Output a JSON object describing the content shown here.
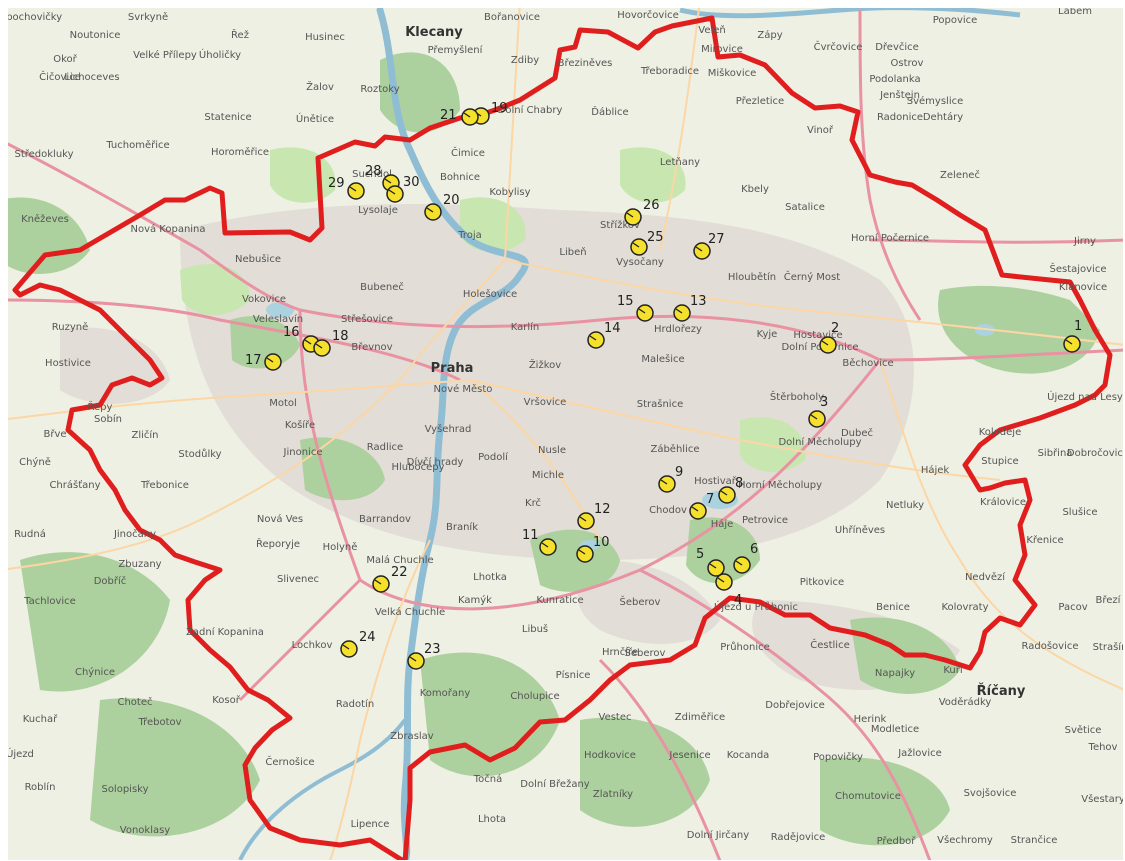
{
  "map": {
    "colors": {
      "land": "#eef0e4",
      "urban": "#e2ddd6",
      "forest": "#add19e",
      "park": "#c8e6b0",
      "water": "#aad3df",
      "river": "#8fbdd4",
      "motorway": "#e892a2",
      "primary": "#fcd6a4",
      "boundary": "#e01e1e",
      "marker_fill": "#f5e02c",
      "marker_stroke": "#222222"
    },
    "places": [
      {
        "name": "Klecany",
        "big": true
      },
      {
        "name": "Praha",
        "big": true
      },
      {
        "name": "Labem"
      },
      {
        "name": "Popovice"
      },
      {
        "name": "Libochovičky"
      },
      {
        "name": "Svrkyně"
      },
      {
        "name": "Bořanovice"
      },
      {
        "name": "Hovorčovice"
      },
      {
        "name": "Veleň"
      },
      {
        "name": "Mirovice"
      },
      {
        "name": "Zápy"
      },
      {
        "name": "Čvrčovice"
      },
      {
        "name": "Dřevčice"
      },
      {
        "name": "Ostrov"
      },
      {
        "name": "Noutonice"
      },
      {
        "name": "Okoř"
      },
      {
        "name": "Velké Přílepy"
      },
      {
        "name": "Úholičky"
      },
      {
        "name": "Řež"
      },
      {
        "name": "Husinec"
      },
      {
        "name": "Přemyšlení"
      },
      {
        "name": "Zdiby"
      },
      {
        "name": "Březiněves"
      },
      {
        "name": "Třeboradice"
      },
      {
        "name": "Miškovice"
      },
      {
        "name": "Podolanka"
      },
      {
        "name": "Čičovice"
      },
      {
        "name": "Lichoceves"
      },
      {
        "name": "Žalov"
      },
      {
        "name": "Roztoky"
      },
      {
        "name": "Jenštejn"
      },
      {
        "name": "Přezletice"
      },
      {
        "name": "Svémyslice"
      },
      {
        "name": "Statenice"
      },
      {
        "name": "Únětice"
      },
      {
        "name": "Dolní Chabry"
      },
      {
        "name": "Ďáblice"
      },
      {
        "name": "Vinoř"
      },
      {
        "name": "Radonice"
      },
      {
        "name": "Dehtáry"
      },
      {
        "name": "Středokluky"
      },
      {
        "name": "Tuchoměřice"
      },
      {
        "name": "Horoměřice"
      },
      {
        "name": "Suchdol"
      },
      {
        "name": "Čimice"
      },
      {
        "name": "Bohnice"
      },
      {
        "name": "Letňany"
      },
      {
        "name": "Kbely"
      },
      {
        "name": "Zeleneč"
      },
      {
        "name": "Kobylisy"
      },
      {
        "name": "Lysolaje"
      },
      {
        "name": "Satalice"
      },
      {
        "name": "Kněževes"
      },
      {
        "name": "Nová Kopanina"
      },
      {
        "name": "Troja"
      },
      {
        "name": "Střížkov"
      },
      {
        "name": "Horní Počernice"
      },
      {
        "name": "Libeň"
      },
      {
        "name": "Vysočany"
      },
      {
        "name": "Jirny"
      },
      {
        "name": "Nebušice"
      },
      {
        "name": "Hloubětín"
      },
      {
        "name": "Černý Most"
      },
      {
        "name": "Šestajovice"
      },
      {
        "name": "Bubeneč"
      },
      {
        "name": "Holešovice"
      },
      {
        "name": "Vokovice"
      },
      {
        "name": "Klánovice"
      },
      {
        "name": "Ruzyně"
      },
      {
        "name": "Veleslavín"
      },
      {
        "name": "Střešovice"
      },
      {
        "name": "Karlín"
      },
      {
        "name": "Hrdlořezy"
      },
      {
        "name": "Kyje"
      },
      {
        "name": "Hostavice"
      },
      {
        "name": "Břevnov"
      },
      {
        "name": "Dolní Počernice"
      },
      {
        "name": "Hostivice"
      },
      {
        "name": "Žižkov"
      },
      {
        "name": "Malešice"
      },
      {
        "name": "Běchovice"
      },
      {
        "name": "Nové Město"
      },
      {
        "name": "Újezd nad Lesy"
      },
      {
        "name": "Řepy"
      },
      {
        "name": "Motol"
      },
      {
        "name": "Vršovice"
      },
      {
        "name": "Strašnice"
      },
      {
        "name": "Štěrboholy"
      },
      {
        "name": "Košíře"
      },
      {
        "name": "Dubeč"
      },
      {
        "name": "Koloděje"
      },
      {
        "name": "Břve"
      },
      {
        "name": "Sobín"
      },
      {
        "name": "Zličín"
      },
      {
        "name": "Vyšehrad"
      },
      {
        "name": "Chýně"
      },
      {
        "name": "Radlice"
      },
      {
        "name": "Dolní Měcholupy"
      },
      {
        "name": "Jinonice"
      },
      {
        "name": "Dívčí hrady"
      },
      {
        "name": "Podolí"
      },
      {
        "name": "Nusle"
      },
      {
        "name": "Záběhlice"
      },
      {
        "name": "Sibřina"
      },
      {
        "name": "Dobročovice"
      },
      {
        "name": "Stodůlky"
      },
      {
        "name": "Hájek"
      },
      {
        "name": "Stupice"
      },
      {
        "name": "Chrášťany"
      },
      {
        "name": "Třebonice"
      },
      {
        "name": "Michle"
      },
      {
        "name": "Hostivař"
      },
      {
        "name": "Horní Měcholupy"
      },
      {
        "name": "Hlubočepy"
      },
      {
        "name": "Netluky"
      },
      {
        "name": "Královice"
      },
      {
        "name": "Slušice"
      },
      {
        "name": "Rudná"
      },
      {
        "name": "Nová Ves"
      },
      {
        "name": "Barrandov"
      },
      {
        "name": "Braník"
      },
      {
        "name": "Krč"
      },
      {
        "name": "Chodov"
      },
      {
        "name": "Háje"
      },
      {
        "name": "Petrovice"
      },
      {
        "name": "Uhříněves"
      },
      {
        "name": "Jinočany"
      },
      {
        "name": "Řeporyje"
      },
      {
        "name": "Holyně"
      },
      {
        "name": "Křenice"
      },
      {
        "name": "Zbuzany"
      },
      {
        "name": "Malá Chuchle"
      },
      {
        "name": "Lhotka"
      },
      {
        "name": "Dobříč"
      },
      {
        "name": "Slivenec"
      },
      {
        "name": "Pitkovice"
      },
      {
        "name": "Nedvězí"
      },
      {
        "name": "Tachlovice"
      },
      {
        "name": "Kamýk"
      },
      {
        "name": "Kunratice"
      },
      {
        "name": "Šeberov"
      },
      {
        "name": "Újezd u Průhonic"
      },
      {
        "name": "Velká Chuchle"
      },
      {
        "name": "Benice"
      },
      {
        "name": "Kolovraty"
      },
      {
        "name": "Pacov"
      },
      {
        "name": "Březí"
      },
      {
        "name": "Zadní Kopanina"
      },
      {
        "name": "Libuš"
      },
      {
        "name": "Lochkov"
      },
      {
        "name": "Hrnčíře"
      },
      {
        "name": "Šeberov"
      },
      {
        "name": "Průhonice"
      },
      {
        "name": "Čestlice"
      },
      {
        "name": "Radošovice"
      },
      {
        "name": "Strašín"
      },
      {
        "name": "Chýnice"
      },
      {
        "name": "Písnice"
      },
      {
        "name": "Napajky"
      },
      {
        "name": "Kuří"
      },
      {
        "name": "Říčany",
        "big": true
      },
      {
        "name": "Choteč"
      },
      {
        "name": "Kosoř"
      },
      {
        "name": "Radotín"
      },
      {
        "name": "Komořany"
      },
      {
        "name": "Cholupice"
      },
      {
        "name": "Kuchař"
      },
      {
        "name": "Dobřejovice"
      },
      {
        "name": "Vestec"
      },
      {
        "name": "Zdiměřice"
      },
      {
        "name": "Voděrádky"
      },
      {
        "name": "Třebotov"
      },
      {
        "name": "Zbraslav"
      },
      {
        "name": "Herink"
      },
      {
        "name": "Modletice"
      },
      {
        "name": "Světice"
      },
      {
        "name": "Tehov"
      },
      {
        "name": "Újezd"
      },
      {
        "name": "Hodkovice"
      },
      {
        "name": "Jesenice"
      },
      {
        "name": "Kocanda"
      },
      {
        "name": "Popovičky"
      },
      {
        "name": "Jažlovice"
      },
      {
        "name": "Roblín"
      },
      {
        "name": "Solopisky"
      },
      {
        "name": "Točná"
      },
      {
        "name": "Dolní Břežany"
      },
      {
        "name": "Zlatníky"
      },
      {
        "name": "Chomutovice"
      },
      {
        "name": "Svojšovice"
      },
      {
        "name": "Všestary"
      },
      {
        "name": "Černošice"
      },
      {
        "name": "Lipence"
      },
      {
        "name": "Vonoklasy"
      },
      {
        "name": "Lhota"
      },
      {
        "name": "Dolní Jirčany"
      },
      {
        "name": "Radějovice"
      },
      {
        "name": "Předboř"
      },
      {
        "name": "Všechromy"
      },
      {
        "name": "Strančice"
      }
    ],
    "markers": [
      {
        "id": "1"
      },
      {
        "id": "2"
      },
      {
        "id": "3"
      },
      {
        "id": "4"
      },
      {
        "id": "5"
      },
      {
        "id": "6"
      },
      {
        "id": "7"
      },
      {
        "id": "8"
      },
      {
        "id": "9"
      },
      {
        "id": "10"
      },
      {
        "id": "11"
      },
      {
        "id": "12"
      },
      {
        "id": "13"
      },
      {
        "id": "14"
      },
      {
        "id": "15"
      },
      {
        "id": "16"
      },
      {
        "id": "17"
      },
      {
        "id": "18"
      },
      {
        "id": "19"
      },
      {
        "id": "20"
      },
      {
        "id": "21"
      },
      {
        "id": "22"
      },
      {
        "id": "23"
      },
      {
        "id": "24"
      },
      {
        "id": "25"
      },
      {
        "id": "26"
      },
      {
        "id": "27"
      },
      {
        "id": "28"
      },
      {
        "id": "29"
      },
      {
        "id": "30"
      }
    ]
  }
}
